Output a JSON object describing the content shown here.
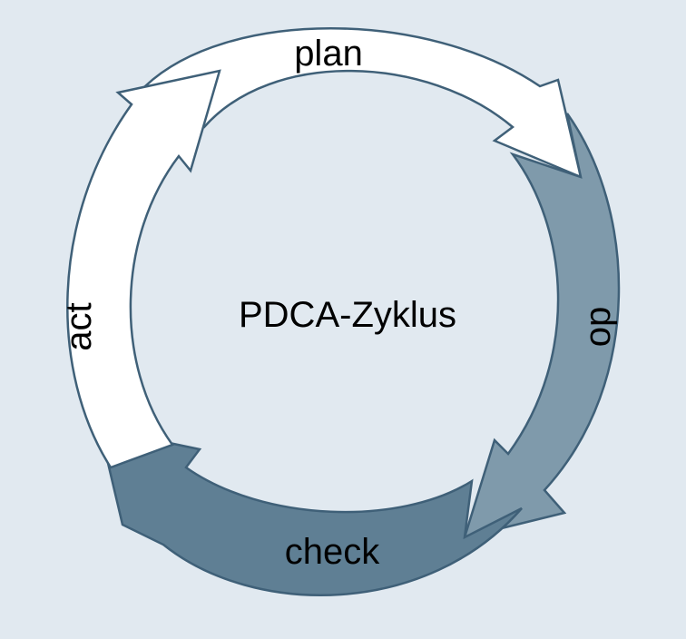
{
  "diagram": {
    "center_label": "PDCA-Zyklus",
    "steps": [
      {
        "id": "plan",
        "label": "plan",
        "fill": "#ffffff"
      },
      {
        "id": "do",
        "label": "do",
        "fill": "#7f9aab"
      },
      {
        "id": "check",
        "label": "check",
        "fill": "#5f7f94"
      },
      {
        "id": "act",
        "label": "act",
        "fill": "#ffffff"
      }
    ],
    "colors": {
      "background": "#e1e9f0",
      "outline": "#3f6078",
      "text": "#000000"
    }
  }
}
